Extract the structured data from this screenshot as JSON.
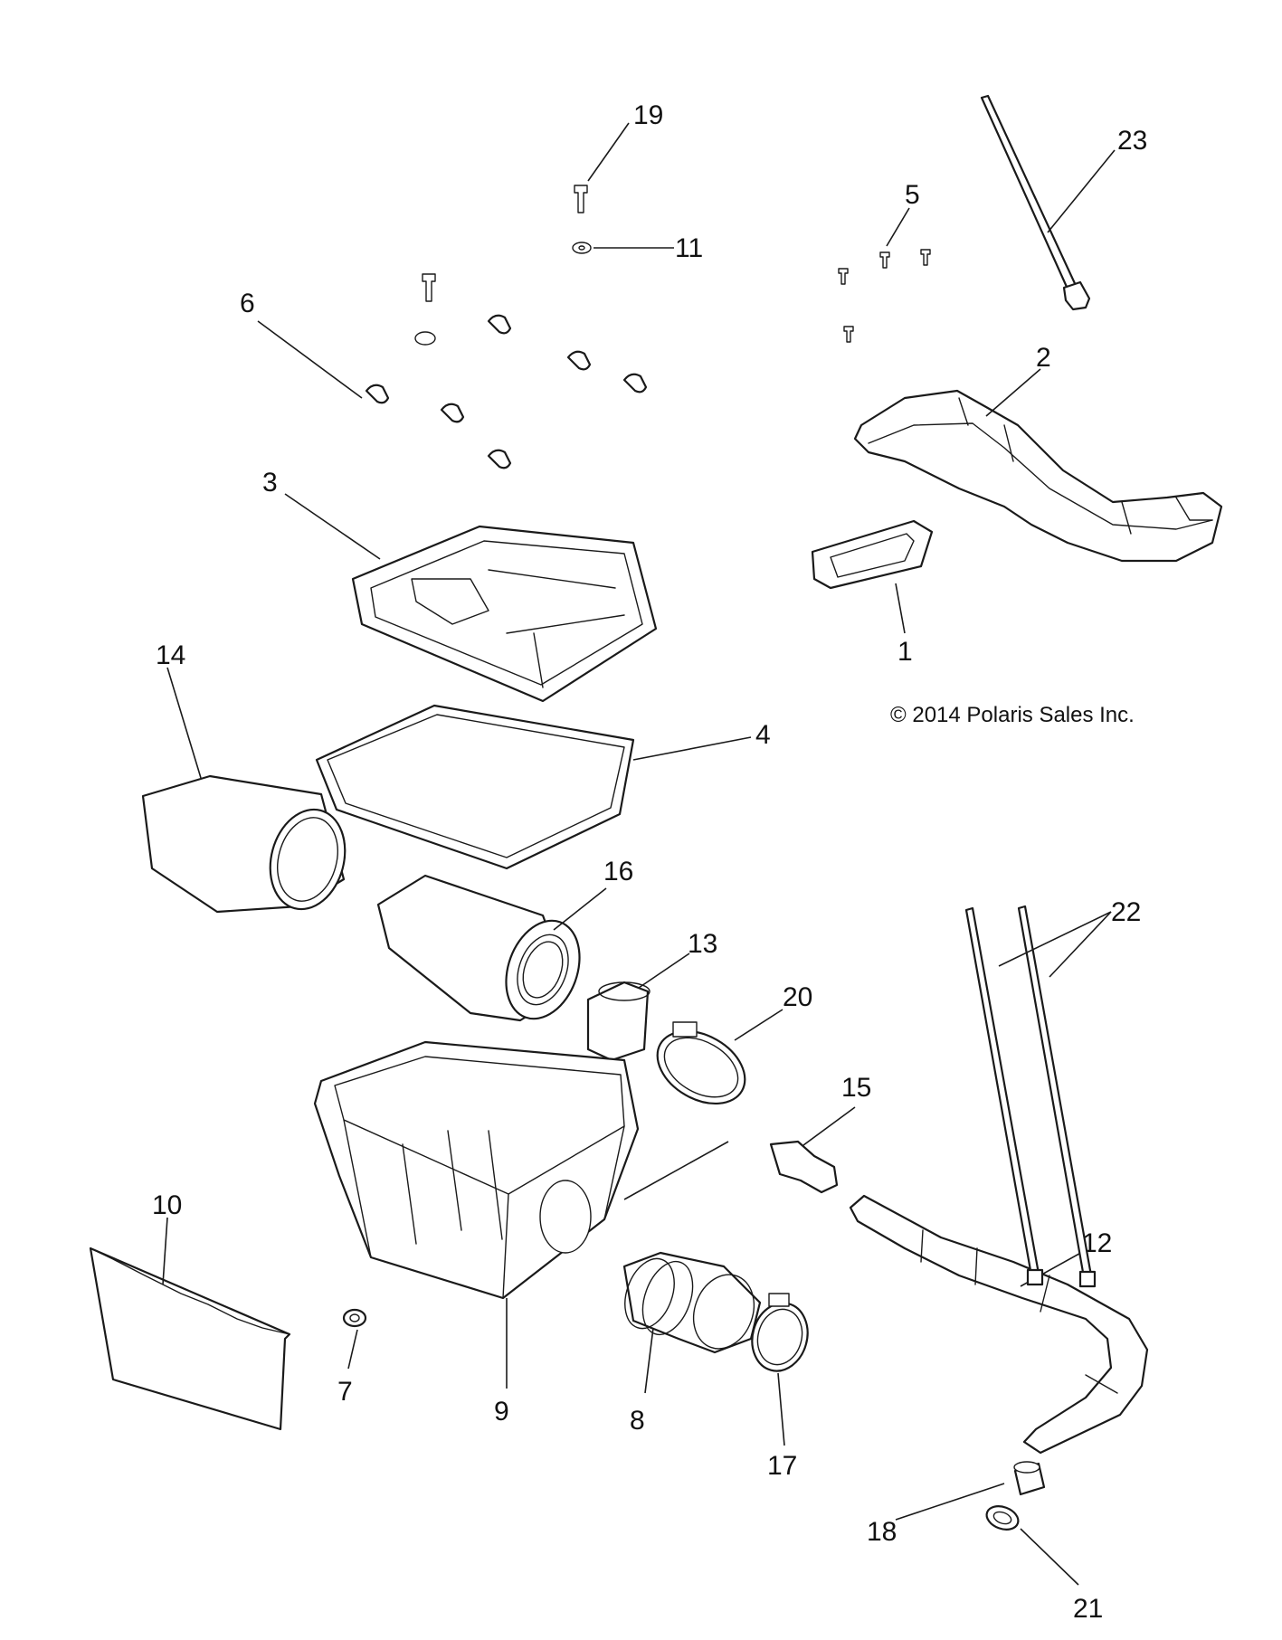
{
  "copyright": "© 2014 Polaris Sales Inc.",
  "callouts": {
    "c1": "1",
    "c2": "2",
    "c3": "3",
    "c4": "4",
    "c5": "5",
    "c6": "6",
    "c7": "7",
    "c8": "8",
    "c9": "9",
    "c10": "10",
    "c11": "11",
    "c12": "12",
    "c13": "13",
    "c14": "14",
    "c15": "15",
    "c16": "16",
    "c17": "17",
    "c18": "18",
    "c19": "19",
    "c20": "20",
    "c21": "21",
    "c22": "22",
    "c23": "23"
  },
  "colors": {
    "line": "#1a1a1a",
    "background": "#ffffff"
  }
}
